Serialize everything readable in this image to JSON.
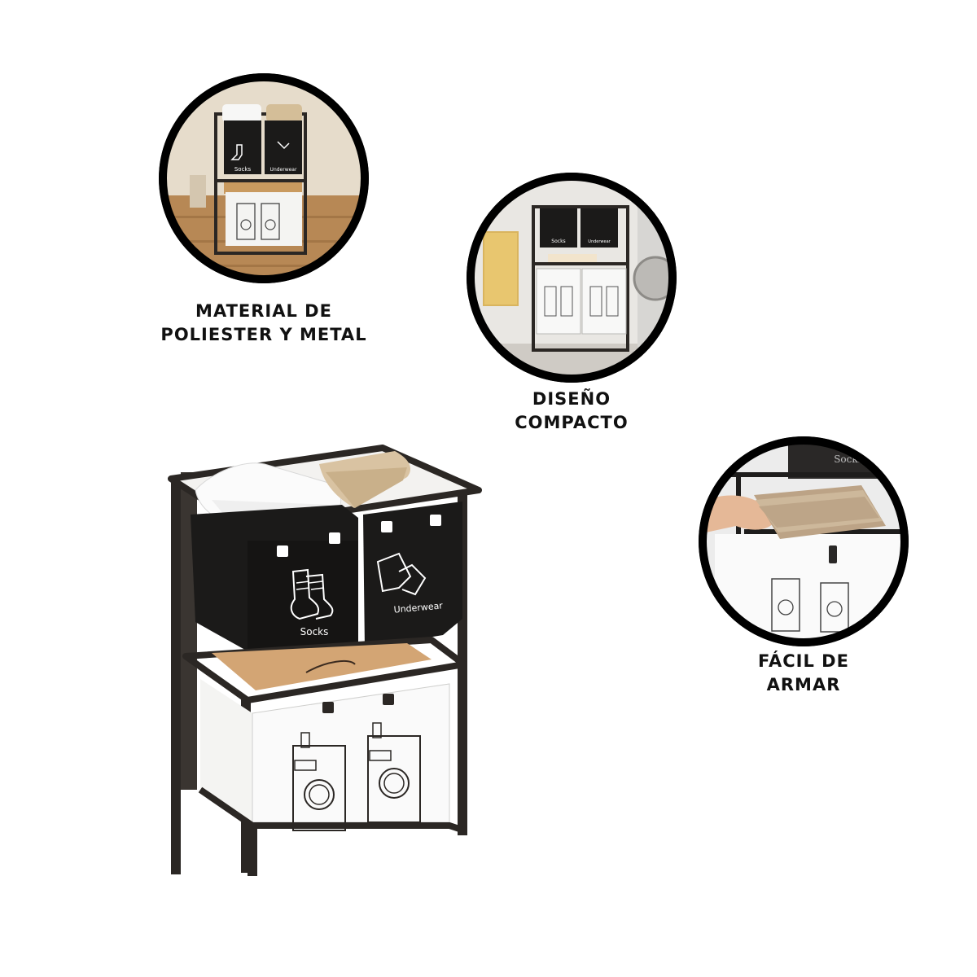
{
  "features": [
    {
      "id": "material",
      "lines": [
        "MATERIAL DE",
        "POLIESTER Y METAL"
      ],
      "bin_labels": [
        "Socks",
        "Underwear"
      ]
    },
    {
      "id": "compact",
      "lines": [
        "DISEÑO",
        "COMPACTO"
      ],
      "bin_labels": [
        "Socks",
        "Underwear"
      ]
    },
    {
      "id": "assembly",
      "lines": [
        "FÁCIL DE",
        "ARMAR"
      ],
      "bin_labels": [
        "Socks"
      ]
    }
  ],
  "product": {
    "bin_labels": [
      "Socks",
      "Underwear"
    ]
  },
  "colors": {
    "frame": "#2b2724",
    "bin_dark": "#1b1a19",
    "bin_light": "#f4f4f2",
    "khaki": "#d9c3a2",
    "circle_border": "#000000"
  }
}
